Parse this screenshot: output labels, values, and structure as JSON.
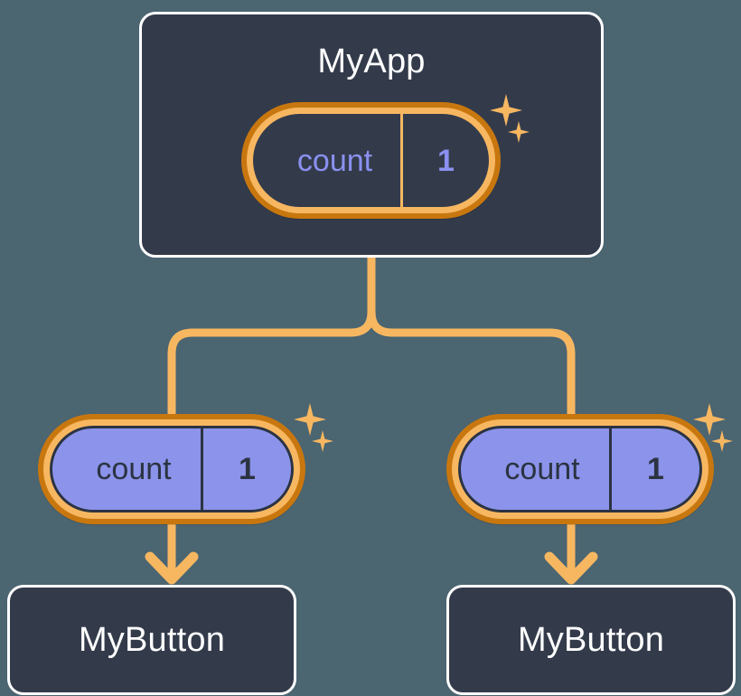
{
  "diagram": {
    "title": "MyApp",
    "background_color": "#4b6571",
    "accent_color": "#f7b761",
    "accent_dark_color": "#c8770f",
    "state_fill_color": "#8b93ea",
    "box_fill_color": "#333b4b",
    "box_border_color": "#ffffff"
  },
  "root": {
    "name": "MyApp",
    "state": {
      "key": "count",
      "value": "1"
    }
  },
  "children": [
    {
      "name": "MyButton",
      "state": {
        "key": "count",
        "value": "1"
      }
    },
    {
      "name": "MyButton",
      "state": {
        "key": "count",
        "value": "1"
      }
    }
  ],
  "icons": {
    "sparkle": "sparkle-icon",
    "arrow": "arrow-down-icon"
  }
}
